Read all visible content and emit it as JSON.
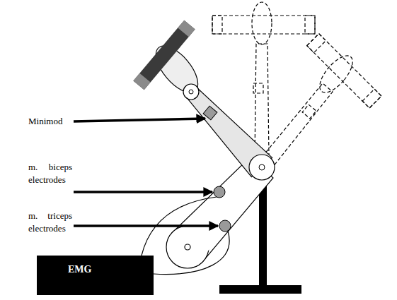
{
  "diagram": {
    "nodes": [
      {
        "text": [
          "EMG"
        ]
      }
    ],
    "labels": [
      "Minimod",
      "m. biceps electrodes",
      "m. triceps electrodes"
    ]
  }
}
